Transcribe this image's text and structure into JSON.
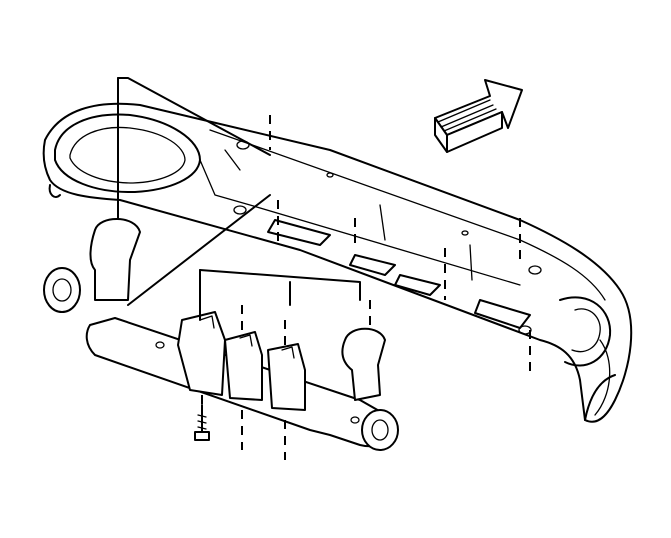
{
  "diagram": {
    "background": "#ffffff",
    "ink": "#000000",
    "parts": [
      {
        "id": "bumper-fascia",
        "name": "bumper-fascia"
      },
      {
        "id": "energy-absorber",
        "name": "energy-absorber"
      },
      {
        "id": "fastener-bolt",
        "name": "fastener-bolt"
      },
      {
        "id": "direction-arrow",
        "name": "direction-arrow-icon"
      }
    ],
    "direction_arrow": "forward"
  }
}
